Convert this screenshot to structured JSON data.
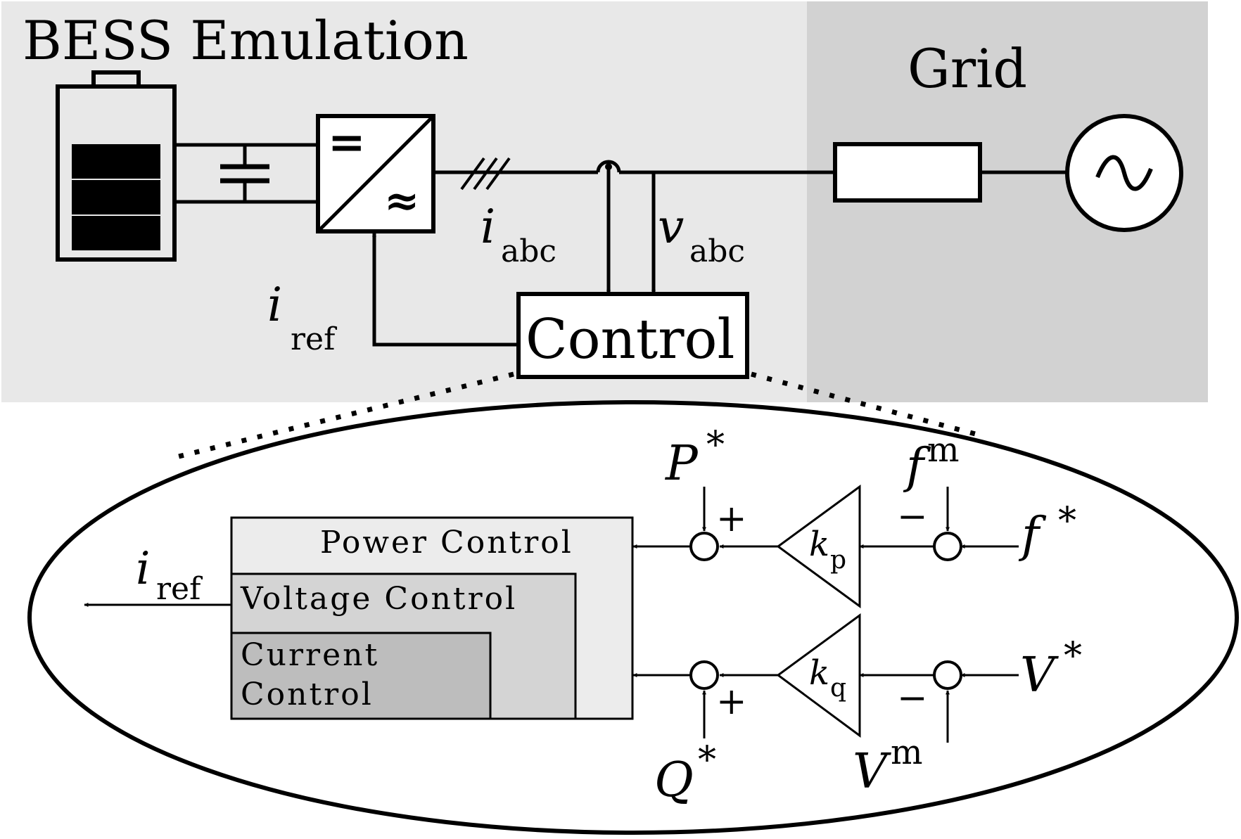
{
  "top": {
    "bess_title": "BESS Emulation",
    "grid_title": "Grid",
    "converter_dc_symbol": "=",
    "converter_ac_symbol": "≈",
    "source_symbol": "~",
    "control_label": "Control",
    "signals": {
      "iabc_main": "i",
      "iabc_sub": "abc",
      "vabc_main": "v",
      "vabc_sub": "abc",
      "iref_main": "i",
      "iref_sub": "ref"
    }
  },
  "detail": {
    "power_control": "Power Control",
    "voltage_control": "Voltage Control",
    "current_control_1": "Current",
    "current_control_2": "Control",
    "iref_main": "i",
    "iref_sub": "ref",
    "kp_main": "k",
    "kp_sub": "p",
    "kq_main": "k",
    "kq_sub": "q",
    "p_star_main": "P",
    "p_star_sup": "*",
    "q_star_main": "Q",
    "q_star_sup": "*",
    "f_m_main": "f",
    "f_m_sup": "m",
    "f_star_main": "f",
    "f_star_sup": "*",
    "v_star_main": "V",
    "v_star_sup": "*",
    "v_m_main": "V",
    "v_m_sup": "m",
    "plus": "+",
    "minus": "−"
  },
  "colors": {
    "bess_bg": "#e8e8e8",
    "grid_bg": "#d2d2d2",
    "power_box": "#ececec",
    "voltage_box": "#d4d4d4",
    "current_box": "#bdbdbd",
    "ink": "#000000"
  }
}
